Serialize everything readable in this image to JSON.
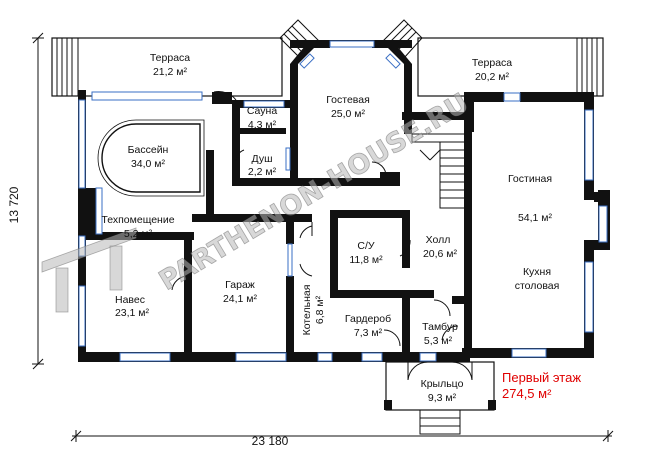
{
  "plan": {
    "width_dimension": "23 180",
    "height_dimension": "13 720",
    "floor_title": "Первый этаж",
    "floor_area": "274,5 м²",
    "watermark": "PARTHENON-HOUSE.RU",
    "rooms": [
      {
        "id": "terrace-left",
        "name": "Терраса",
        "area": "21,2 м²"
      },
      {
        "id": "terrace-right",
        "name": "Терраса",
        "area": "20,2 м²"
      },
      {
        "id": "guest",
        "name": "Гостевая",
        "area": "25,0 м²"
      },
      {
        "id": "sauna",
        "name": "Сауна",
        "area": "4,3 м²"
      },
      {
        "id": "shower",
        "name": "Душ",
        "area": "2,2 м²"
      },
      {
        "id": "pool",
        "name": "Бассейн",
        "area": "34,0 м²"
      },
      {
        "id": "tech",
        "name": "Техпомещение",
        "area": "5,2 м²"
      },
      {
        "id": "living",
        "name": "Гостиная",
        "area": "54,1 м²"
      },
      {
        "id": "wc",
        "name": "С/У",
        "area": "11,8 м²"
      },
      {
        "id": "hall",
        "name": "Холл",
        "area": "20,6 м²"
      },
      {
        "id": "kitchen",
        "name": "Кухня столовая",
        "area": ""
      },
      {
        "id": "canopy",
        "name": "Навес",
        "area": "23,1 м²"
      },
      {
        "id": "garage",
        "name": "Гараж",
        "area": "24,1 м²"
      },
      {
        "id": "boiler",
        "name": "Котельная",
        "area": "6,8 м²"
      },
      {
        "id": "wardrobe",
        "name": "Гардероб",
        "area": "7,3 м²"
      },
      {
        "id": "vestibule",
        "name": "Тамбур",
        "area": "5,3 м²"
      },
      {
        "id": "porch",
        "name": "Крыльцо",
        "area": "9,3 м²"
      }
    ]
  }
}
